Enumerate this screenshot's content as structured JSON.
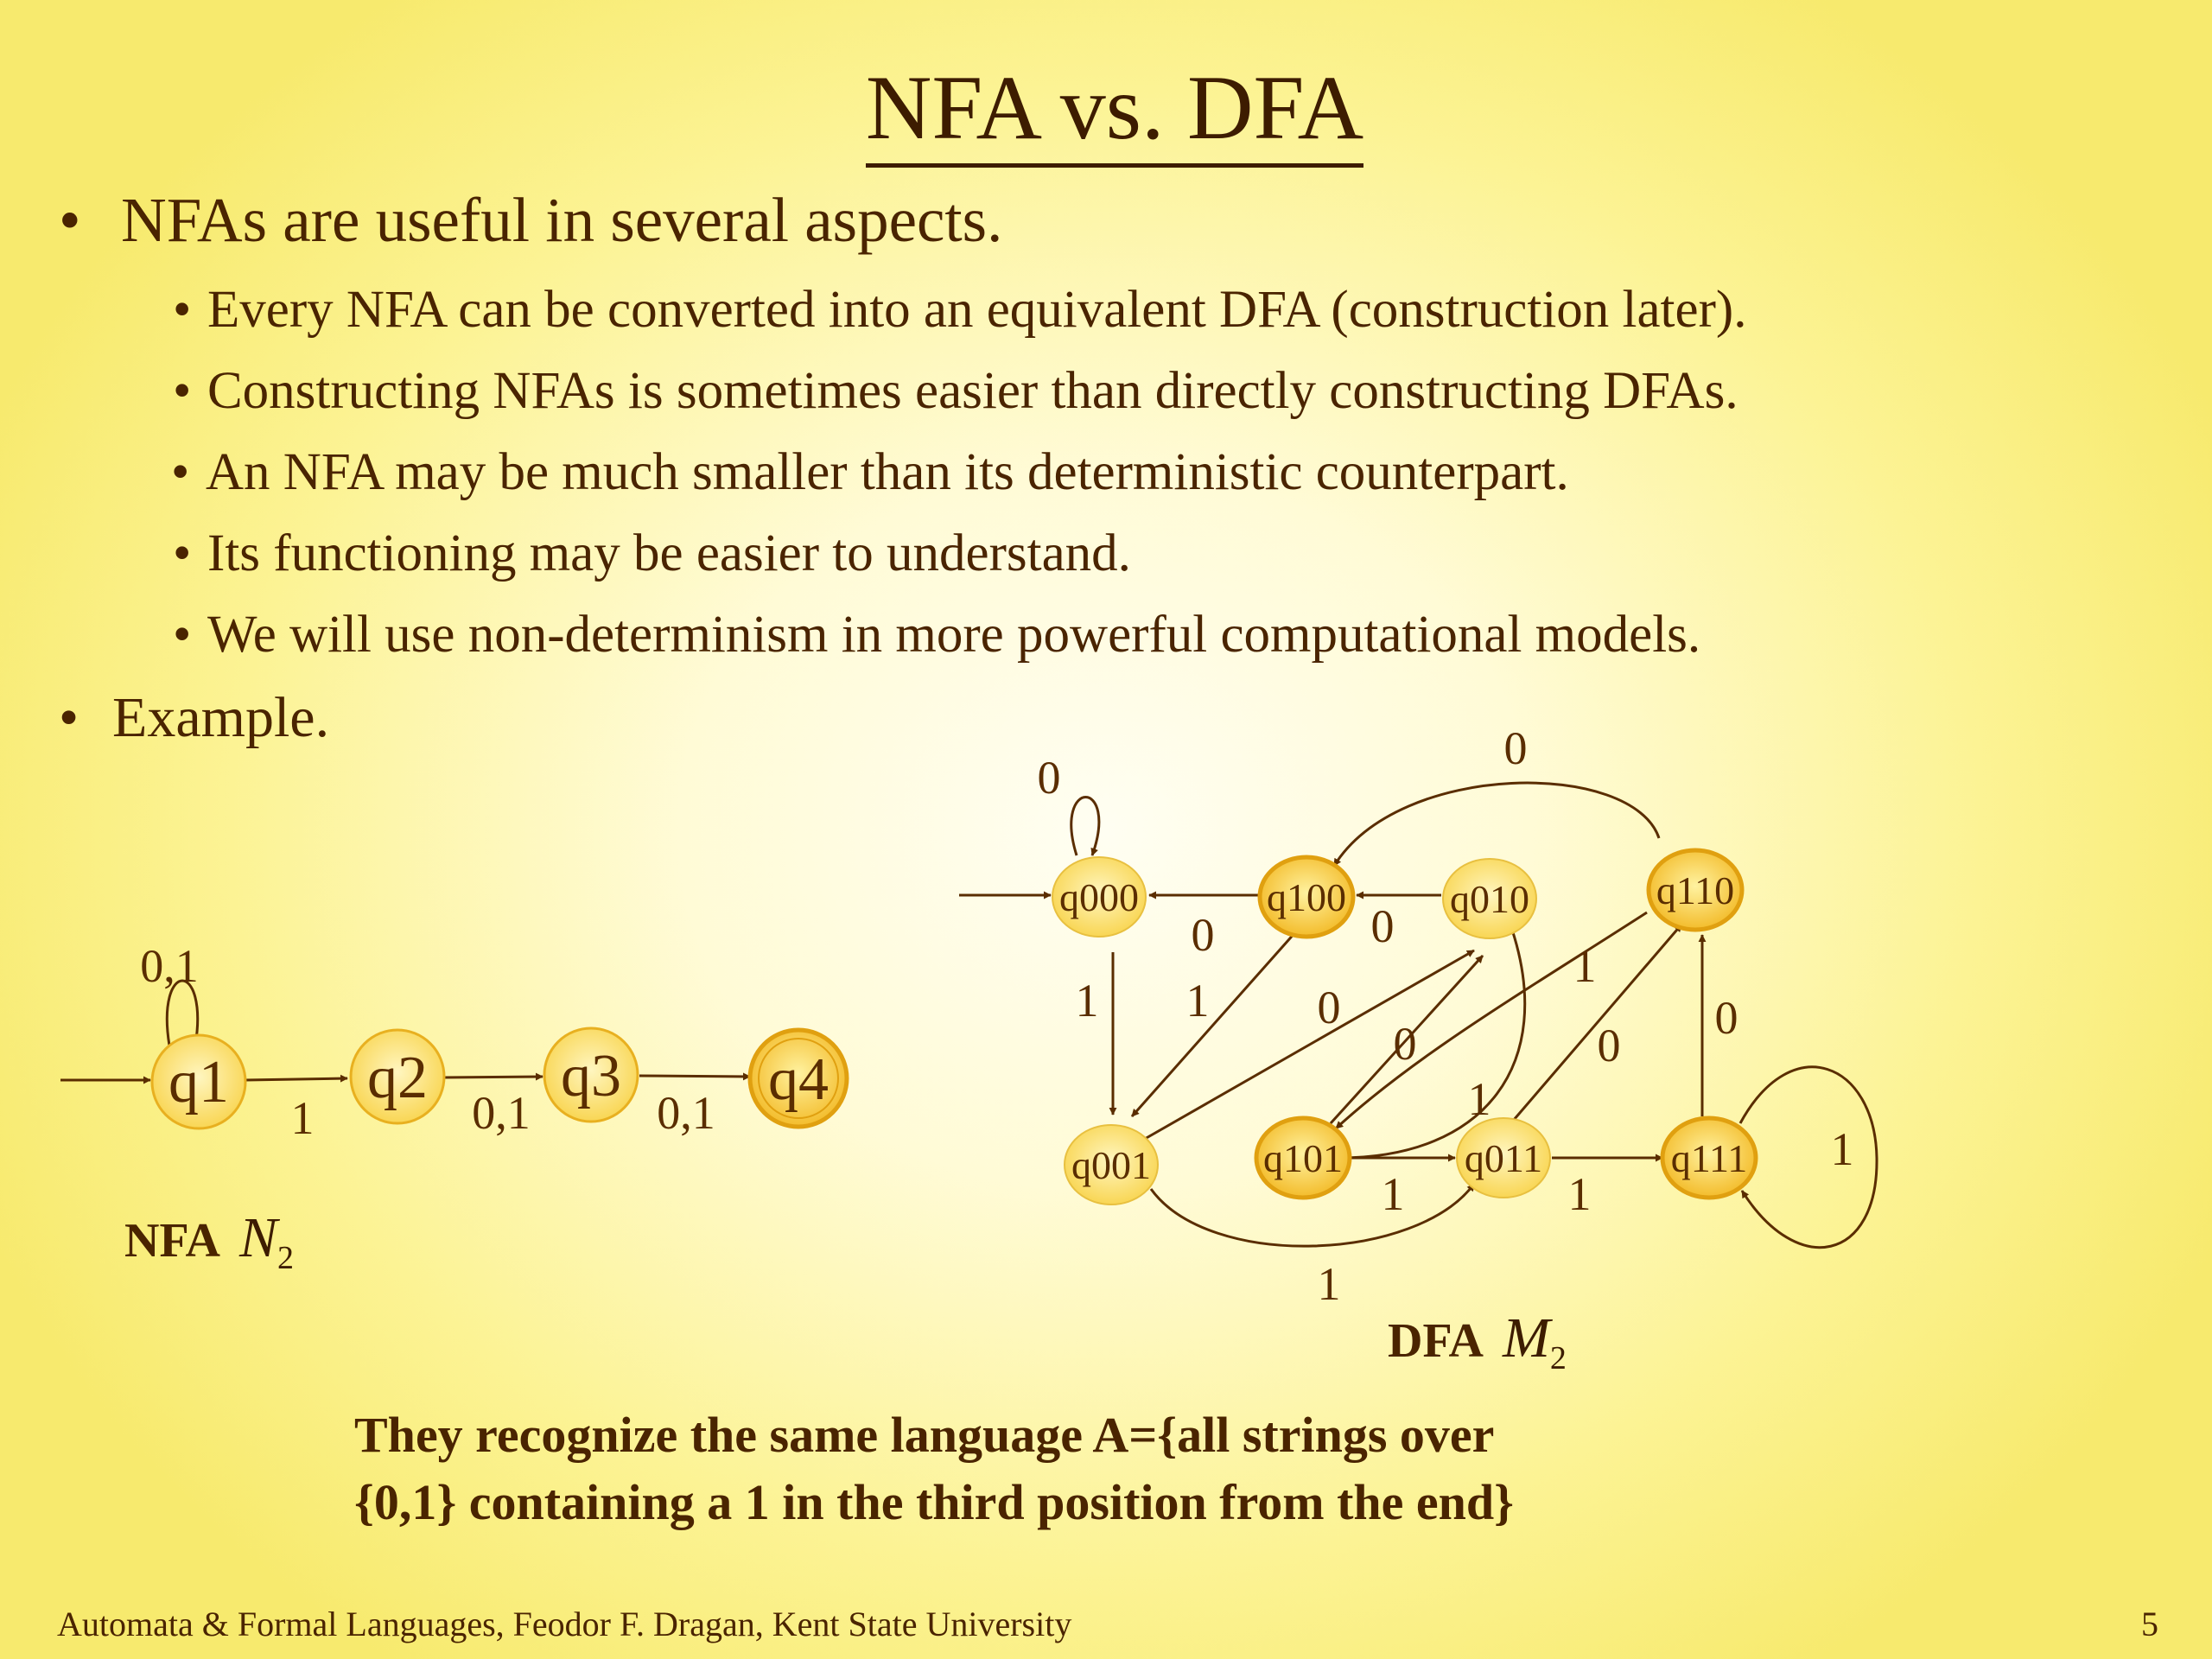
{
  "slide": {
    "title": "NFA vs. DFA",
    "bullets": [
      "NFAs are useful in several aspects.",
      "Example."
    ],
    "subbullets": [
      "Every NFA can be converted into an equivalent DFA (construction later).",
      "Constructing NFAs is sometimes easier than directly constructing DFAs.",
      "An NFA may be much smaller than its deterministic counterpart.",
      "Its functioning may be easier to understand.",
      "We will use non-determinism in  more powerful computational models."
    ],
    "bullet_symbol": "•",
    "summary_line1": "They recognize the same language A={all strings over",
    "summary_line2": "{0,1} containing a 1 in the third position from the end}",
    "footer": "Automata & Formal Languages, Feodor F. Dragan, Kent State University",
    "page_number": "5"
  },
  "nfa": {
    "caption_label": "NFA",
    "caption_symbol": "N",
    "caption_sub": "2",
    "states": [
      "q1",
      "q2",
      "q3",
      "q4"
    ],
    "start_state": "q1",
    "accept_states": [
      "q4"
    ],
    "transitions": [
      {
        "from": "q1",
        "to": "q1",
        "label": "0,1"
      },
      {
        "from": "q1",
        "to": "q2",
        "label": "1"
      },
      {
        "from": "q2",
        "to": "q3",
        "label": "0,1"
      },
      {
        "from": "q3",
        "to": "q4",
        "label": "0,1"
      }
    ]
  },
  "dfa": {
    "caption_label": "DFA",
    "caption_symbol": "M",
    "caption_sub": "2",
    "states": [
      "q000",
      "q100",
      "q010",
      "q110",
      "q001",
      "q101",
      "q011",
      "q111"
    ],
    "start_state": "q000",
    "accept_states": [
      "q100",
      "q110",
      "q101",
      "q111"
    ],
    "transitions": [
      {
        "from": "q000",
        "to": "q000",
        "label": "0"
      },
      {
        "from": "q110",
        "to": "q100",
        "label": "0"
      },
      {
        "from": "q100",
        "to": "q000",
        "label": "0"
      },
      {
        "from": "q010",
        "to": "q100",
        "label": "0"
      },
      {
        "from": "q000",
        "to": "q001",
        "label": "1"
      },
      {
        "from": "q100",
        "to": "q001",
        "label": "1"
      },
      {
        "from": "q001",
        "to": "q010",
        "label": "0"
      },
      {
        "from": "q101",
        "to": "q010",
        "label": "0"
      },
      {
        "from": "q110",
        "to": "q101",
        "label": "1"
      },
      {
        "from": "q010",
        "to": "q101",
        "label": "1"
      },
      {
        "from": "q011",
        "to": "q110",
        "label": "0"
      },
      {
        "from": "q111",
        "to": "q110",
        "label": "0"
      },
      {
        "from": "q101",
        "to": "q011",
        "label": "1"
      },
      {
        "from": "q011",
        "to": "q111",
        "label": "1"
      },
      {
        "from": "q111",
        "to": "q111",
        "label": "1"
      },
      {
        "from": "q001",
        "to": "q011",
        "label": "1"
      }
    ]
  }
}
